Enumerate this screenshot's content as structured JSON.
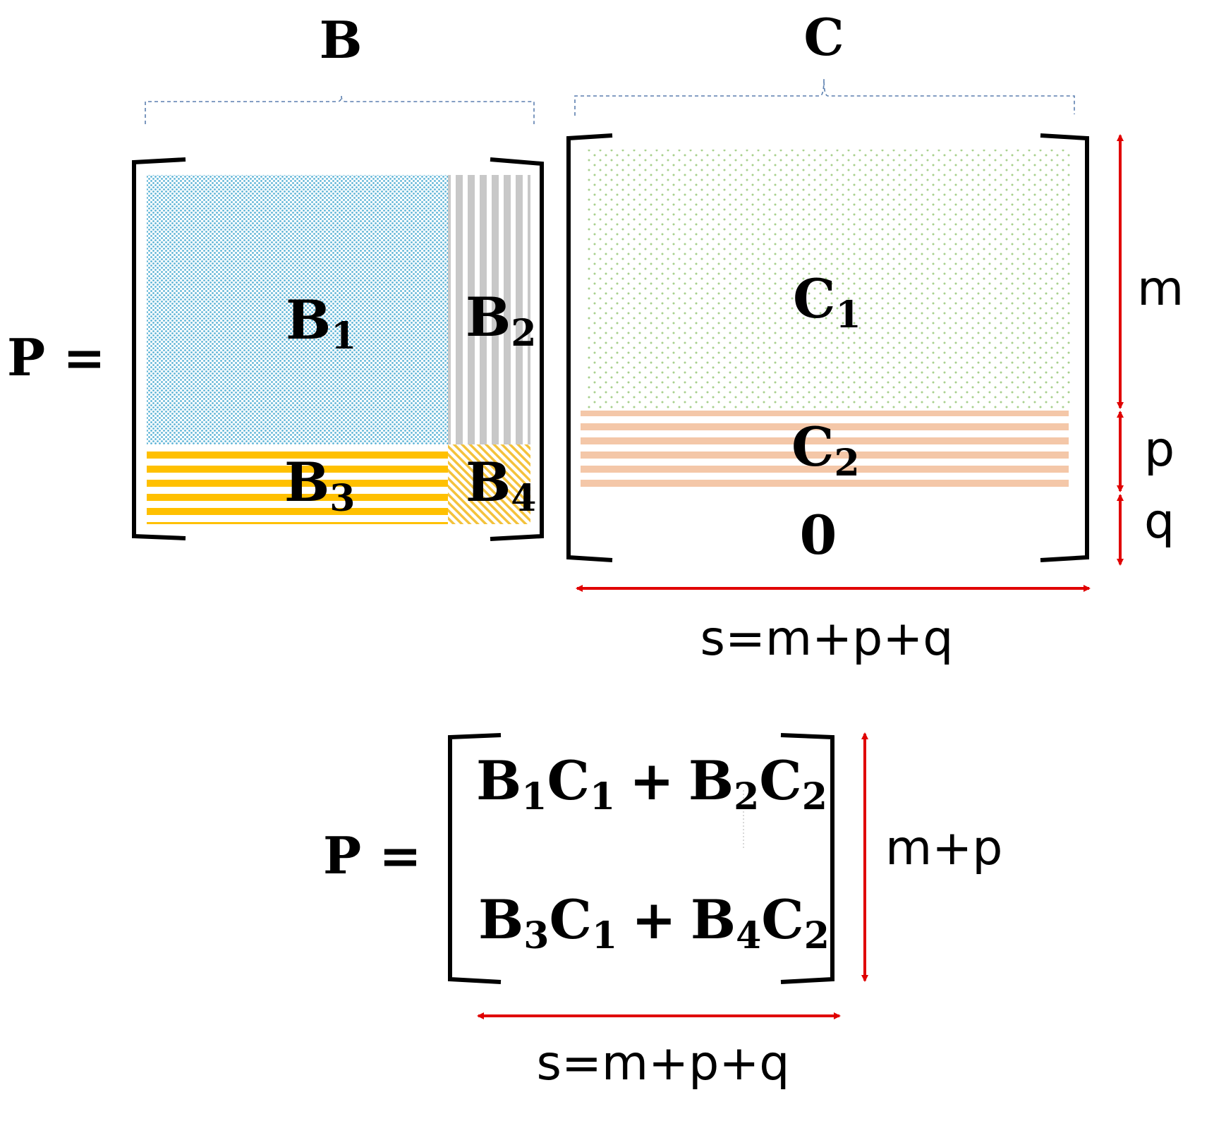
{
  "colors": {
    "b1_fill": "#5bb3d6",
    "b2_stripe": "#c8c8c8",
    "b3_stripe": "#ffc000",
    "b4_hatch": "#f3c23c",
    "c1_dots": "#a8d08d",
    "c2_stripe": "#f4c7a8",
    "brace": "#5b7faf",
    "arrow": "#e00000",
    "bracket": "#000000"
  },
  "top": {
    "lhs": "P =",
    "brace_b_label": "B",
    "brace_c_label": "C",
    "matrix_b": {
      "b1": {
        "base": "B",
        "sub": "1"
      },
      "b2": {
        "base": "B",
        "sub": "2"
      },
      "b3": {
        "base": "B",
        "sub": "3"
      },
      "b4": {
        "base": "B",
        "sub": "4"
      }
    },
    "matrix_c": {
      "c1": {
        "base": "C",
        "sub": "1"
      },
      "c2": {
        "base": "C",
        "sub": "2"
      },
      "zero": "0"
    },
    "dim_m": "m",
    "dim_p": "p",
    "dim_q": "q",
    "width_label": "s=m+p+q"
  },
  "bottom": {
    "lhs": "P =",
    "row1": [
      {
        "base": "B",
        "sub": "1"
      },
      {
        "base": "C",
        "sub": "1"
      },
      {
        "op": "+"
      },
      {
        "base": "B",
        "sub": "2"
      },
      {
        "base": "C",
        "sub": "2"
      }
    ],
    "row2": [
      {
        "base": "B",
        "sub": "3"
      },
      {
        "base": "C",
        "sub": "1"
      },
      {
        "op": "+"
      },
      {
        "base": "B",
        "sub": "4"
      },
      {
        "base": "C",
        "sub": "2"
      }
    ],
    "height_label": "m+p",
    "width_label": "s=m+p+q"
  }
}
